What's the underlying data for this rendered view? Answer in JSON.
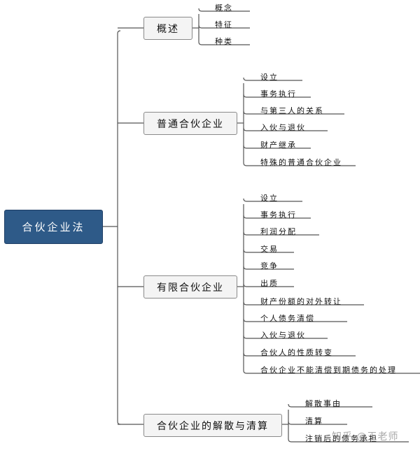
{
  "root": {
    "label": "合伙企业法"
  },
  "branches": [
    {
      "label": "概述",
      "children": [
        "概念",
        "特征",
        "种类"
      ]
    },
    {
      "label": "普通合伙企业",
      "children": [
        "设立",
        "事务执行",
        "与第三人的关系",
        "入伙与退伙",
        "财产继承",
        "特殊的普通合伙企业"
      ]
    },
    {
      "label": "有限合伙企业",
      "children": [
        "设立",
        "事务执行",
        "利润分配",
        "交易",
        "竞争",
        "出质",
        "财产份额的对外转让",
        "个人债务清偿",
        "入伙与退伙",
        "合伙人的性质转变",
        "合伙企业不能清偿到期债务的处理"
      ]
    },
    {
      "label": "合伙企业的解散与清算",
      "children": [
        "解散事由",
        "清算",
        "注销后的债务承担"
      ]
    }
  ],
  "watermark": "知乎 @王老师",
  "colors": {
    "root_bg": "#2e5a88",
    "line": "#555555",
    "node_bg": "#f4f4f4"
  }
}
